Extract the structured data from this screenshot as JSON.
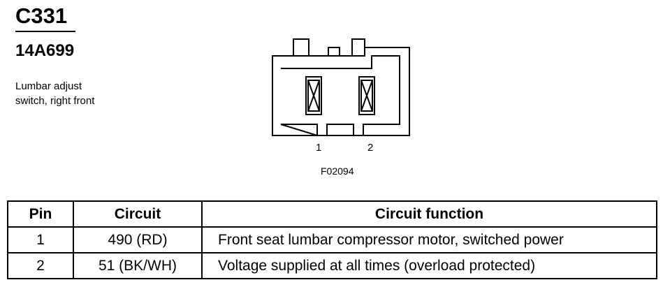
{
  "header": {
    "connector_id": "C331",
    "part_number": "14A699",
    "description_line1": "Lumbar adjust",
    "description_line2": "switch, right front"
  },
  "diagram": {
    "pin_labels": [
      "1",
      "2"
    ],
    "figure_code": "F02094"
  },
  "table": {
    "headers": {
      "pin": "Pin",
      "circuit": "Circuit",
      "function": "Circuit function"
    },
    "rows": [
      {
        "pin": "1",
        "circuit": "490 (RD)",
        "function": "Front seat lumbar compressor motor, switched power"
      },
      {
        "pin": "2",
        "circuit": "51 (BK/WH)",
        "function": "Voltage supplied at all times (overload protected)"
      }
    ]
  }
}
